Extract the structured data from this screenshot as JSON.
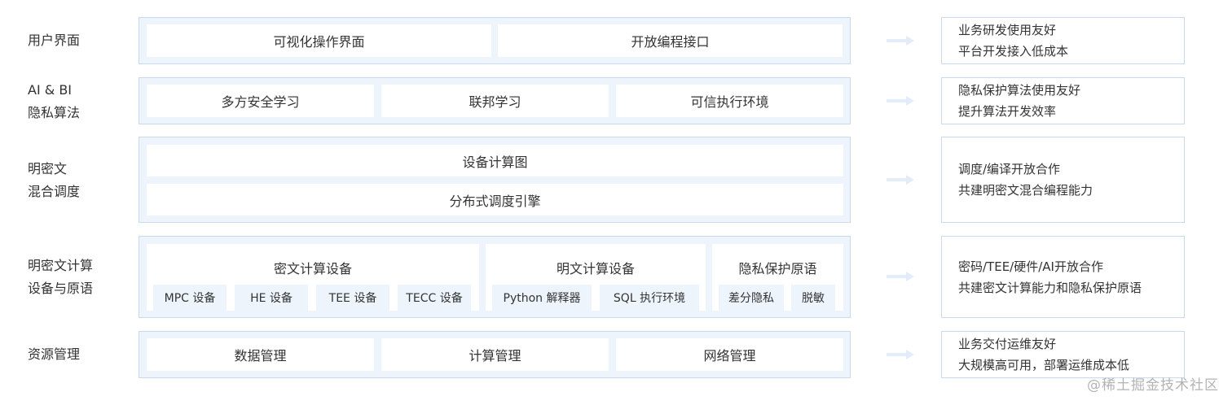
{
  "layers": [
    {
      "label": "用户界面",
      "boxes": [
        "可视化操作界面",
        "开放编程接口"
      ],
      "note": [
        "业务研发使用友好",
        "平台开发接入低成本"
      ]
    },
    {
      "label": "AI & BI\n隐私算法",
      "boxes": [
        "多方安全学习",
        "联邦学习",
        "可信执行环境"
      ],
      "note": [
        "隐私保护算法使用友好",
        "提升算法开发效率"
      ]
    },
    {
      "label": "明密文\n混合调度",
      "boxes": [
        "设备计算图",
        "分布式调度引擎"
      ],
      "note": [
        "调度/编译开放合作",
        "共建明密文混合编程能力"
      ]
    },
    {
      "label": "明密文计算\n设备与原语",
      "groups": [
        {
          "title": "密文计算设备",
          "chips": [
            "MPC 设备",
            "HE 设备",
            "TEE 设备",
            "TECC 设备"
          ]
        },
        {
          "title": "明文计算设备",
          "chips": [
            "Python 解释器",
            "SQL 执行环境"
          ]
        },
        {
          "title": "隐私保护原语",
          "chips": [
            "差分隐私",
            "脱敏"
          ]
        }
      ],
      "note": [
        "密码/TEE/硬件/AI开放合作",
        "共建密文计算能力和隐私保护原语"
      ]
    },
    {
      "label": "资源管理",
      "boxes": [
        "数据管理",
        "计算管理",
        "网络管理"
      ],
      "note": [
        "业务交付运维友好",
        "大规模高可用，部署运维成本低"
      ]
    }
  ],
  "watermark": "@稀土掘金技术社区",
  "colors": {
    "layer_border": "#c9daef",
    "layer_fill": "#eef4fc",
    "arrow": "#e3edf9"
  },
  "icons": [
    "arrow-right-icon"
  ]
}
